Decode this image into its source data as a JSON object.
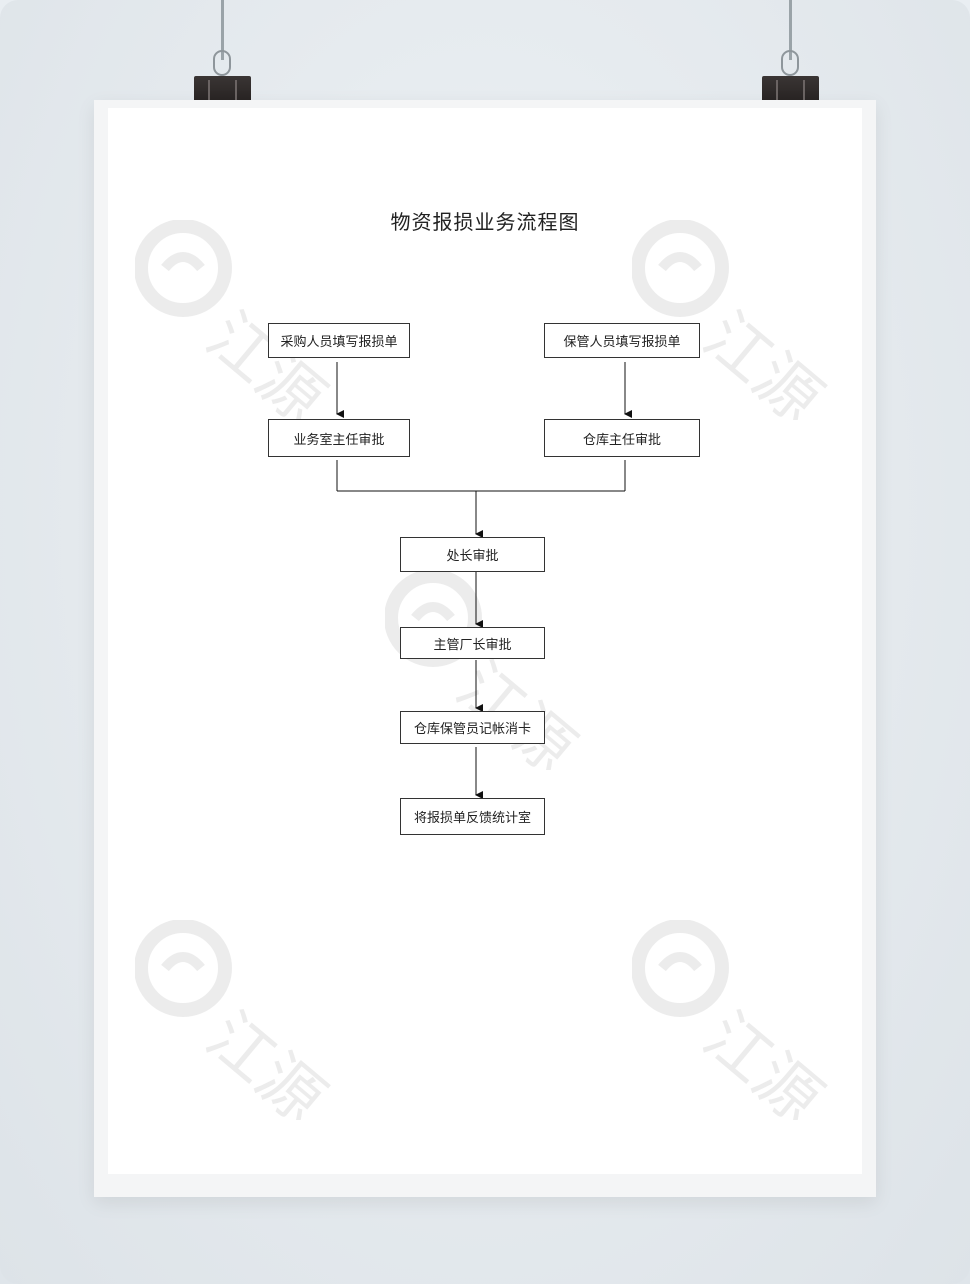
{
  "diagram": {
    "title": "物资报损业务流程图",
    "nodes": [
      {
        "id": "n1",
        "label": "采购人员填写报损单"
      },
      {
        "id": "n2",
        "label": "保管人员填写报损单"
      },
      {
        "id": "n3",
        "label": "业务室主任审批"
      },
      {
        "id": "n4",
        "label": "仓库主任审批"
      },
      {
        "id": "n5",
        "label": "处长审批"
      },
      {
        "id": "n6",
        "label": "主管厂长审批"
      },
      {
        "id": "n7",
        "label": "仓库保管员记帐消卡"
      },
      {
        "id": "n8",
        "label": "将报损单反馈统计室"
      }
    ],
    "edges": [
      {
        "from": "n1",
        "to": "n3"
      },
      {
        "from": "n2",
        "to": "n4"
      },
      {
        "from": "n3",
        "to": "n5"
      },
      {
        "from": "n4",
        "to": "n5"
      },
      {
        "from": "n5",
        "to": "n6"
      },
      {
        "from": "n6",
        "to": "n7"
      },
      {
        "from": "n7",
        "to": "n8"
      }
    ]
  },
  "watermark": {
    "text": "江源"
  }
}
